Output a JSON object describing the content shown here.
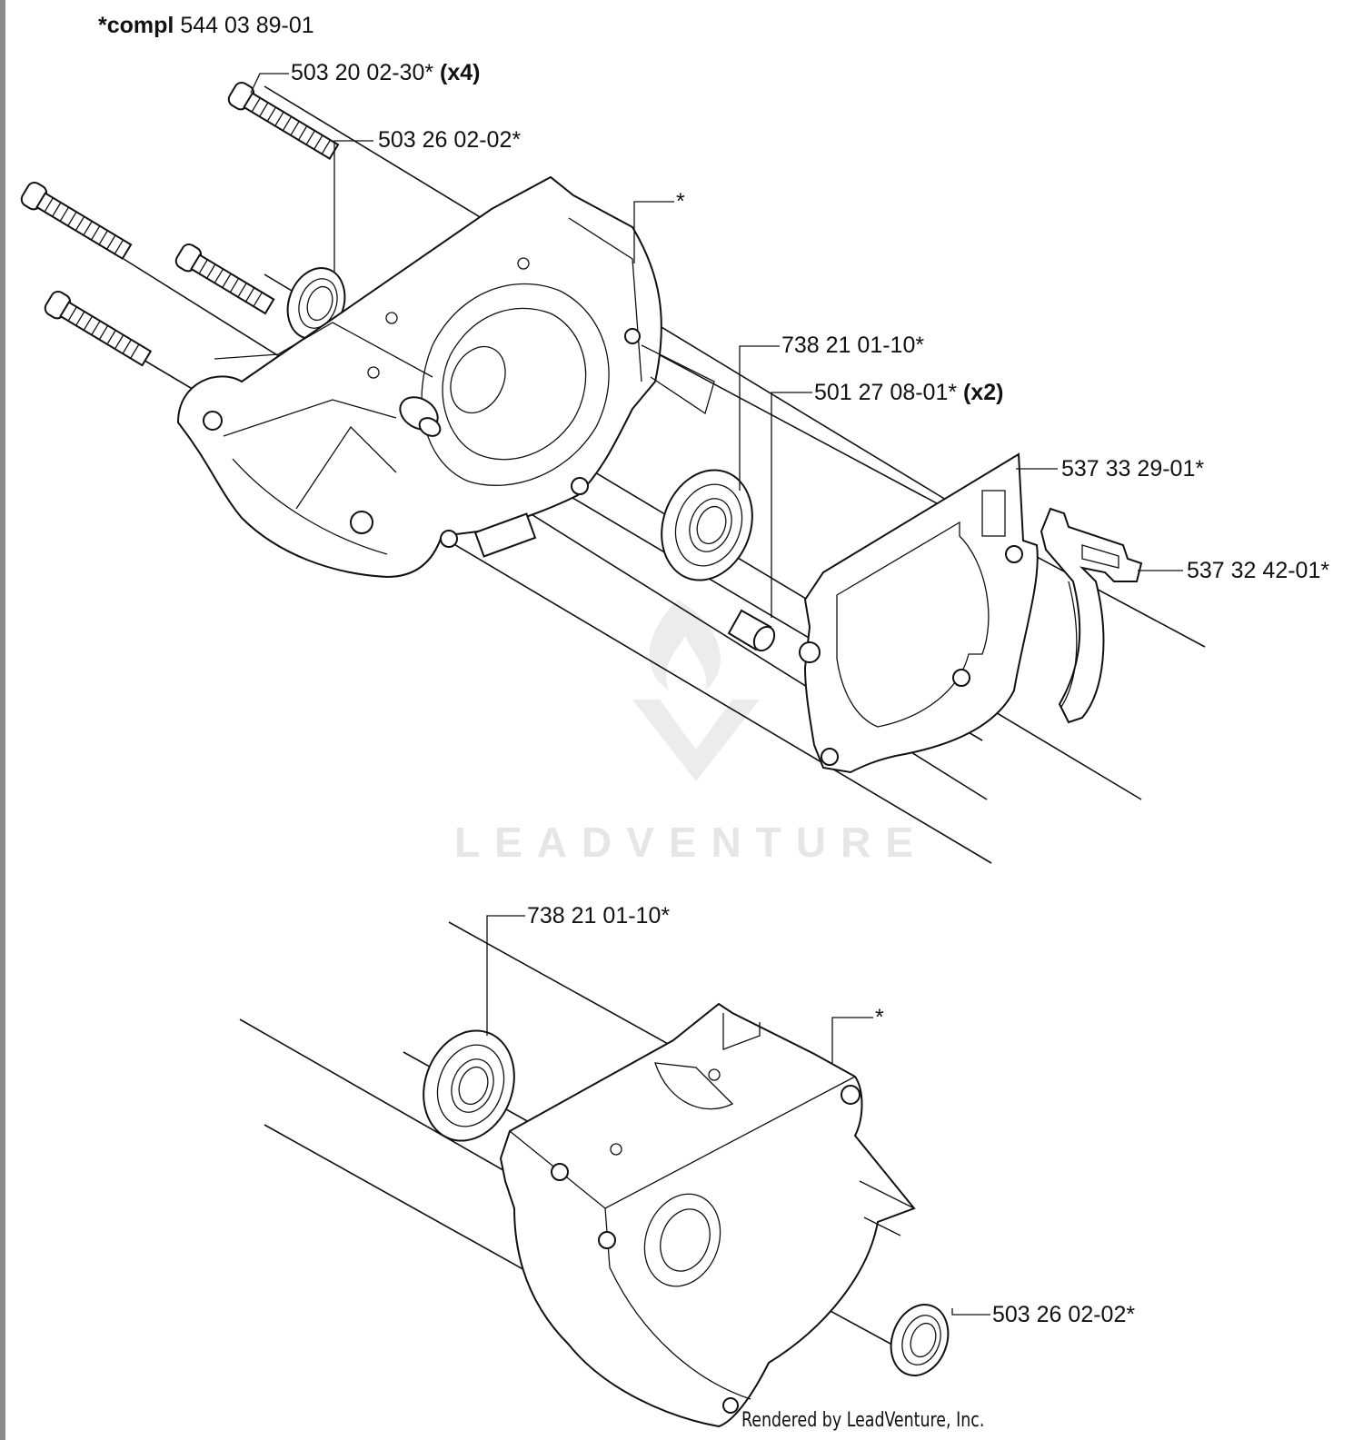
{
  "header": {
    "kit_prefix": "*compl",
    "kit_number": "544 03 89-01"
  },
  "callouts": {
    "screw": {
      "number": "503 20 02-30*",
      "qty": "(x4)"
    },
    "seal_top": {
      "number": "503 26 02-02*"
    },
    "crankcase_top": {
      "number": "*"
    },
    "bearing_top": {
      "number": "738 21 01-10*"
    },
    "sleeve": {
      "number": "501 27 08-01*",
      "qty": "(x2)"
    },
    "gasket": {
      "number": "537 33 29-01*"
    },
    "lever": {
      "number": "537 32 42-01*"
    },
    "bearing_bottom": {
      "number": "738 21 01-10*"
    },
    "crankcase_bottom": {
      "number": "*"
    },
    "seal_bottom": {
      "number": "503 26 02-02*"
    }
  },
  "watermark": {
    "text": "LEADVENTURE"
  },
  "footer": {
    "text": "Rendered by LeadVenture, Inc."
  }
}
